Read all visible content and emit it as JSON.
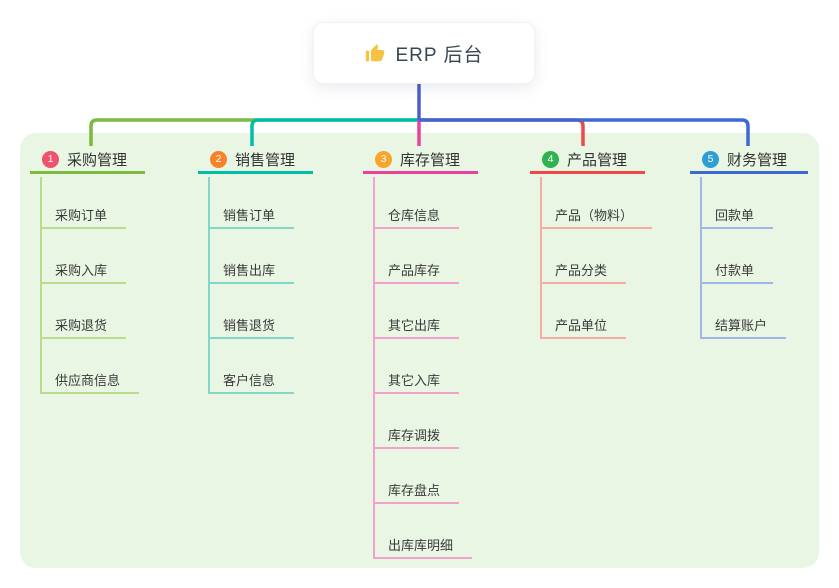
{
  "root": {
    "label": "ERP 后台",
    "icon": "thumbs-up",
    "icon_color": "#f7c243",
    "text_color": "#37474f"
  },
  "panel": {
    "background": "#e8f6e3"
  },
  "connectors": {
    "root_color": "#4a5fc9"
  },
  "branches": [
    {
      "index": "1",
      "label": "采购管理",
      "badge_color": "#f0516c",
      "line_color": "#7cb93f",
      "sub_line_color": "#b9dc8c",
      "children": [
        "采购订单",
        "采购入库",
        "采购退货",
        "供应商信息"
      ]
    },
    {
      "index": "2",
      "label": "销售管理",
      "badge_color": "#f6822b",
      "line_color": "#00bda8",
      "sub_line_color": "#82d7c8",
      "children": [
        "销售订单",
        "销售出库",
        "销售退货",
        "客户信息"
      ]
    },
    {
      "index": "3",
      "label": "库存管理",
      "badge_color": "#f7a52b",
      "line_color": "#e8429e",
      "sub_line_color": "#f2a0cc",
      "children": [
        "仓库信息",
        "产品库存",
        "其它出库",
        "其它入库",
        "库存调拨",
        "库存盘点",
        "出库库明细"
      ]
    },
    {
      "index": "4",
      "label": "产品管理",
      "badge_color": "#2eb350",
      "line_color": "#f04848",
      "sub_line_color": "#f8aaa5",
      "children": [
        "产品（物料）",
        "产品分类",
        "产品单位"
      ]
    },
    {
      "index": "5",
      "label": "财务管理",
      "badge_color": "#2d9fd6",
      "line_color": "#3e68d4",
      "sub_line_color": "#9fb6e8",
      "children": [
        "回款单",
        "付款单",
        "结算账户"
      ]
    }
  ]
}
